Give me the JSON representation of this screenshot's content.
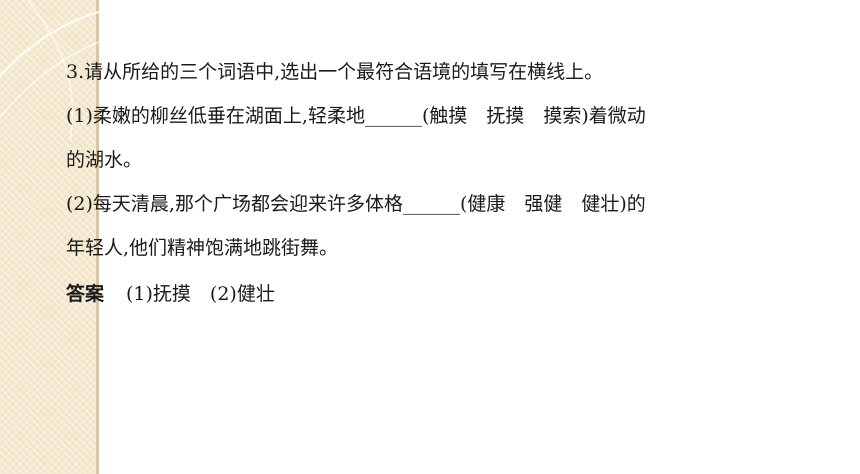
{
  "question": {
    "intro": "3.请从所给的三个词语中,选出一个最符合语境的填写在横线上。",
    "item1_line1": "(1)柔嫩的柳丝低垂在湖面上,轻柔地______(触摸　抚摸　摸索)着微动",
    "item1_line2": "的湖水。",
    "item2_line1": "(2)每天清晨,那个广场都会迎来许多体格______(健康　强健　健壮)的",
    "item2_line2": "年轻人,他们精神饱满地跳街舞。"
  },
  "answer": {
    "label": "答案",
    "text": "(1)抚摸　(2)健壮"
  },
  "colors": {
    "band": "#f1e3c5",
    "divider": "#d7c7a3",
    "text": "#1a1a1a"
  }
}
